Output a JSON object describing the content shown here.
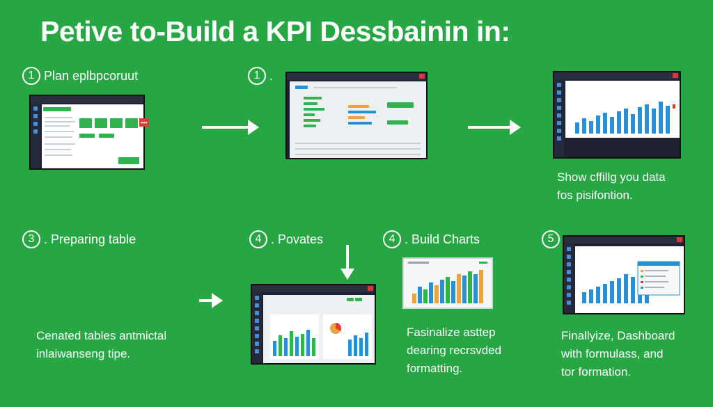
{
  "title": "Petive to-Build a KPI Dessbainin in:",
  "steps": {
    "s1": {
      "num": "1",
      "label": "Plan eplbpcoruut"
    },
    "s1b": {
      "num": "1",
      "label": "."
    },
    "s3": {
      "num": "3",
      "label": ". Preparing table"
    },
    "s4a": {
      "num": "4",
      "label": ". Povates"
    },
    "s4b": {
      "num": "4",
      "label": ". Build Charts"
    },
    "s5": {
      "num": "5",
      "label": ""
    }
  },
  "descriptions": {
    "top_right": [
      "Show cffillg you data",
      "fos pisifontion."
    ],
    "bottom_left": [
      "Cenated tables antmictal",
      "inlaiwanseng tipe."
    ],
    "bottom_mid": [
      "Fasinalize asttep",
      "dearing recrsvded",
      "formatting."
    ],
    "bottom_right": [
      "Finallyize, Dashboard",
      "with formulass, and",
      "tor formation."
    ]
  },
  "colors": {
    "background": "#26a744",
    "bar_blue": "#2a8fd4",
    "bar_green": "#2fb34f",
    "bar_orange": "#f2a23a"
  },
  "icons": [
    "right-arrow-icon",
    "down-arrow-icon"
  ]
}
